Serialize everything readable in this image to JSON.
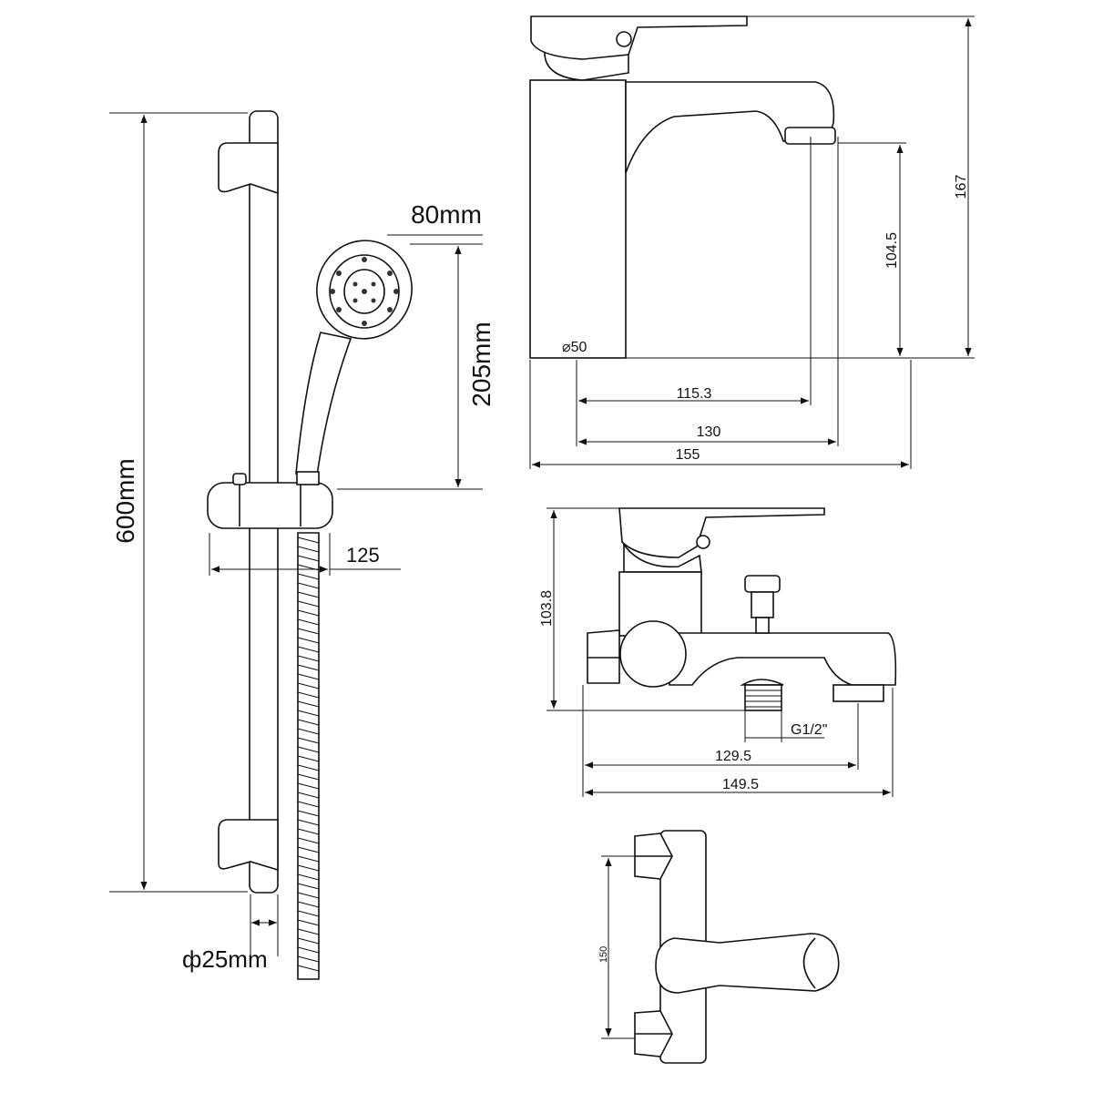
{
  "shower_set": {
    "head_diameter": "80mm",
    "head_height": "205mm",
    "rail_length": "600mm",
    "slider_offset": "125",
    "rail_diameter": "ф25mm"
  },
  "basin_mixer": {
    "height": "167",
    "spout_height": "104.5",
    "base_diameter": "⌀50",
    "reach_1": "115.3",
    "reach_2": "130",
    "length": "155"
  },
  "bath_mixer": {
    "height": "103.8",
    "thread": "G1/2\"",
    "width_1": "129.5",
    "width_2": "149.5"
  },
  "shower_mixer": {
    "centers": "150"
  }
}
